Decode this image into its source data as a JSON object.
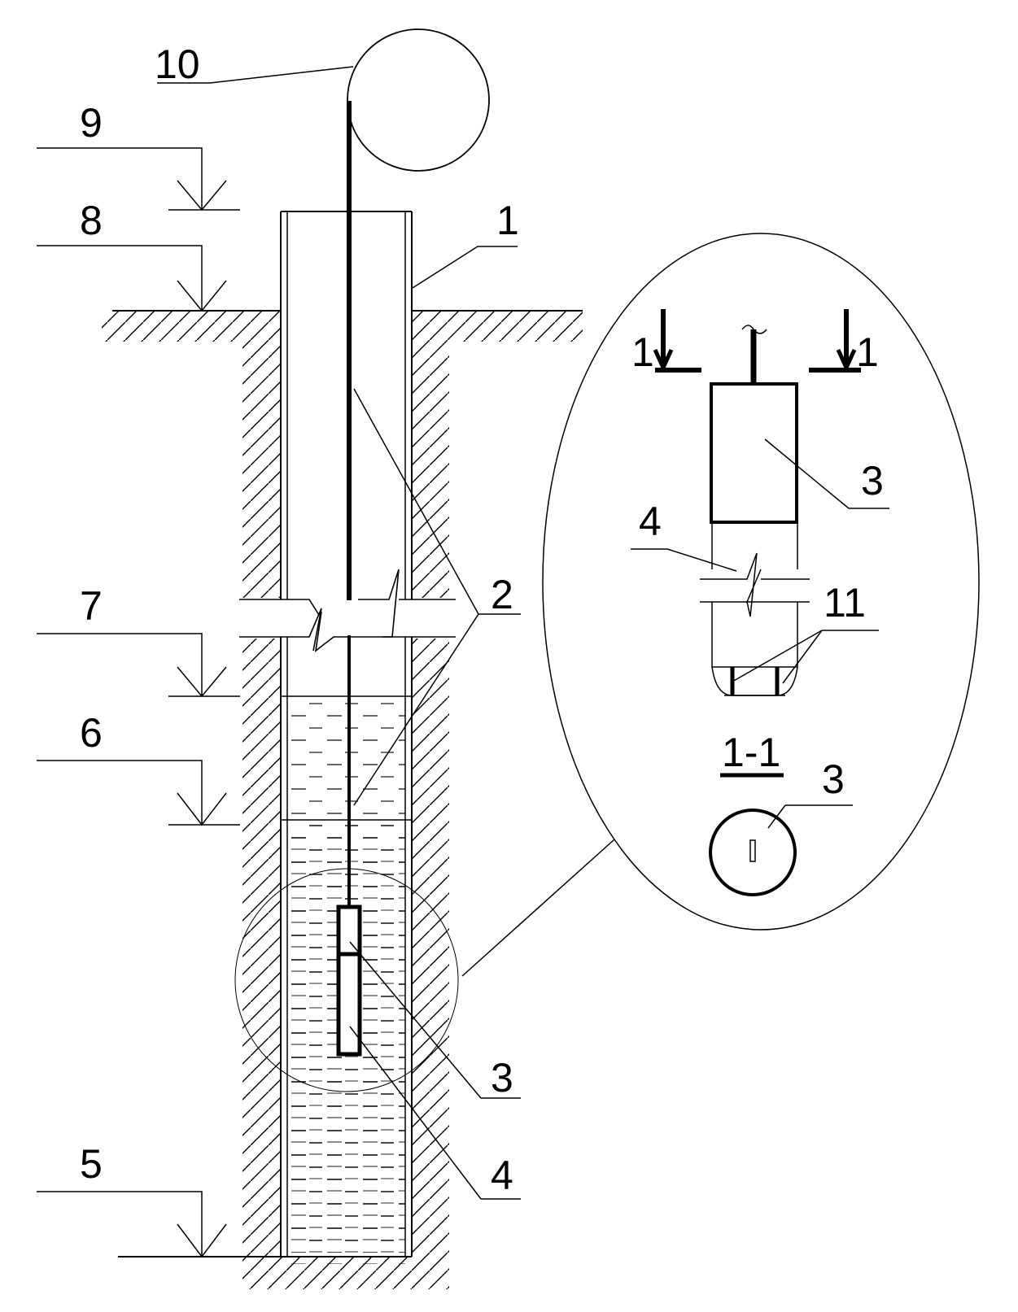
{
  "labels": {
    "casing": "1",
    "cable": "2",
    "sensor": "3",
    "housing": "4",
    "level_bottom": "5",
    "level_static_water": "6",
    "level_dynamic_water": "7",
    "level_ground": "8",
    "level_casing_top": "9",
    "reel": "10",
    "slots": "11",
    "detail_sensor": "3",
    "detail_housing": "4",
    "section_mark_left": "1",
    "section_mark_right": "1",
    "section_title": "1-1",
    "section_sensor": "3"
  }
}
